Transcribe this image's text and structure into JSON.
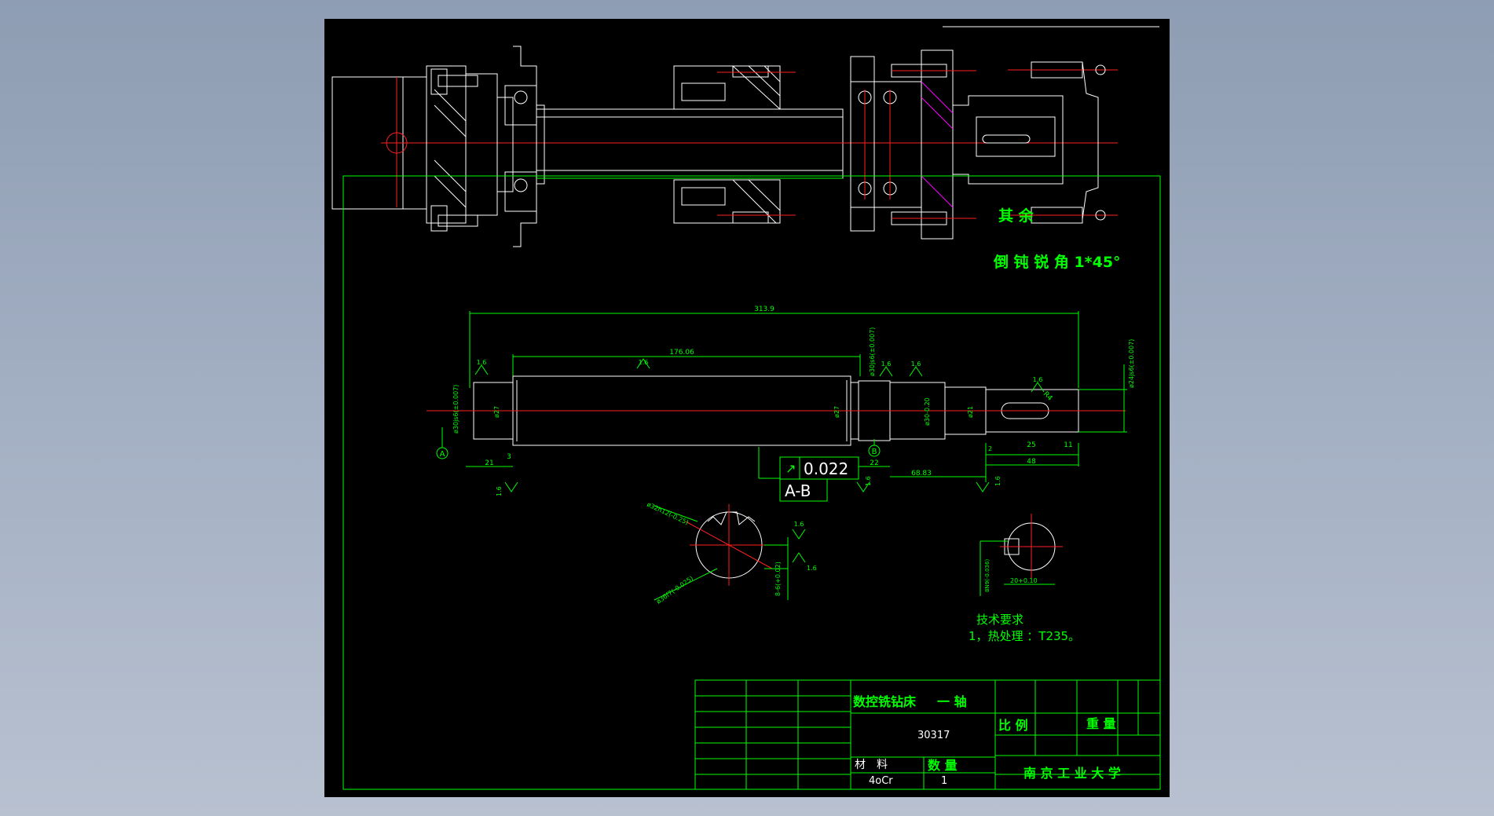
{
  "drawing": {
    "note_top_1": "其 余",
    "note_top_2": "倒 钝 锐 角 1*45°",
    "dims": {
      "overall": "313.9",
      "mid": "176.06",
      "d_left": "ø30js6(±0.007)",
      "d_27a": "ø27",
      "d_27b": "ø27",
      "d_30right": "ø30js6(±0.007)",
      "d_30b": "ø30-0.20",
      "d_21": "ø21",
      "d_24": "ø24js6(±0.007)",
      "len_21": "21",
      "len_3": "3",
      "len_22": "22",
      "len_6883": "68.83",
      "len_48": "48",
      "len_25": "25",
      "len_11": "11",
      "len_2": "2",
      "radius": "R4",
      "spline_d1": "ø32h12(-0.25)",
      "spline_d2": "ø36f7(-0.025)",
      "spline_b": "8-6(+0.02)",
      "key_w": "8N9(-0.036)",
      "key_depth": "20+0.10"
    },
    "roughness": [
      "1.6",
      "1.6",
      "1.6",
      "1.6",
      "1.6",
      "1.6",
      "1.6",
      "1.6",
      "1.6",
      "1.6"
    ],
    "datum_a": "A",
    "datum_b": "B",
    "tolerance_value": "0.022",
    "tolerance_ref": "A-B",
    "tech_title": "技术要求",
    "tech_item": "1，热处理 ：T235。"
  },
  "title_block": {
    "machine": "数控铣钻床",
    "part": "一 轴",
    "drawing_no": "30317",
    "scale_label": "比 例",
    "weight_label": "重 量",
    "material_label": "材　料",
    "quantity_label": "数 量",
    "material_value": "4oCr",
    "quantity_value": "1",
    "school": "南 京 工 业 大 学"
  },
  "colors": {
    "sheet": "#000000",
    "frame": "#00ff00",
    "geometry": "#ffffff",
    "centerline": "#ff2020",
    "background": "#95a3b8"
  }
}
